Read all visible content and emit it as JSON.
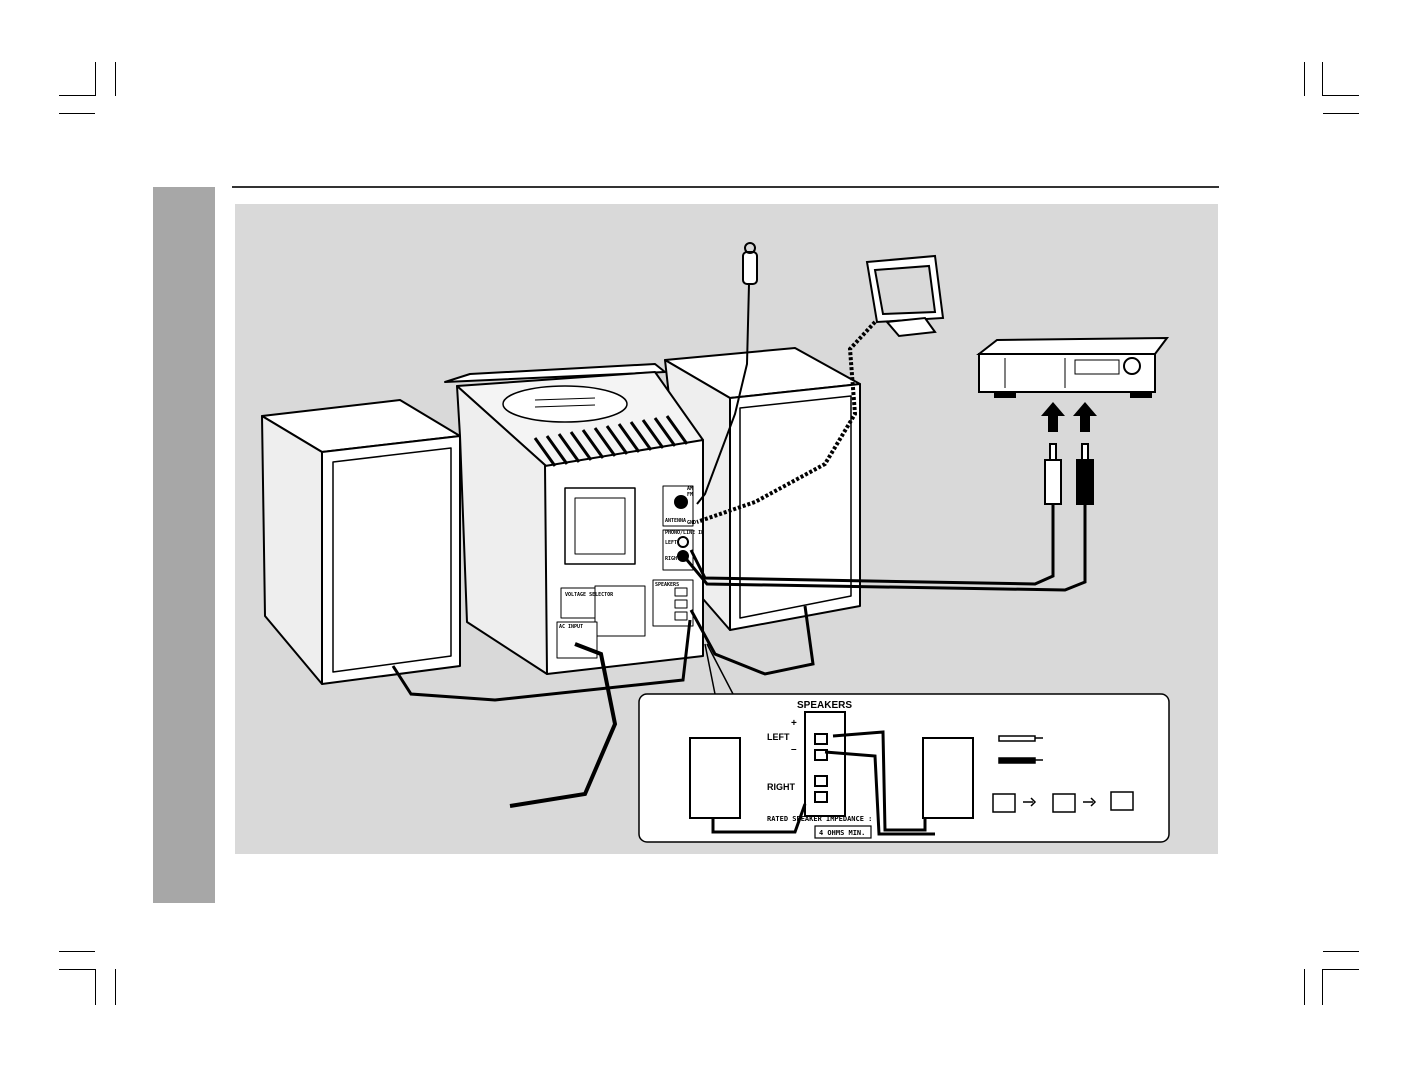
{
  "colors": {
    "panel_bg": "#d9d9d9",
    "side_tab": "#a7a7a7",
    "ink": "#000000"
  },
  "unit_back": {
    "antenna_label": "ANTENNA",
    "am_label": "AM",
    "fm_label": "FM",
    "gnd_label": "GND",
    "phono_line_label": "PHONO/LINE IN",
    "left_label": "LEFT",
    "right_label": "RIGHT",
    "ac_input_label": "AC INPUT",
    "voltage_label": "VOLTAGE SELECTOR",
    "speakers_label": "SPEAKERS"
  },
  "inset": {
    "speakers_title": "SPEAKERS",
    "left_label": "LEFT",
    "right_label": "RIGHT",
    "plus": "+",
    "minus": "–",
    "impedance_label": "RATED SPEAKER IMPEDANCE :",
    "impedance_value": "4 OHMS MIN."
  }
}
